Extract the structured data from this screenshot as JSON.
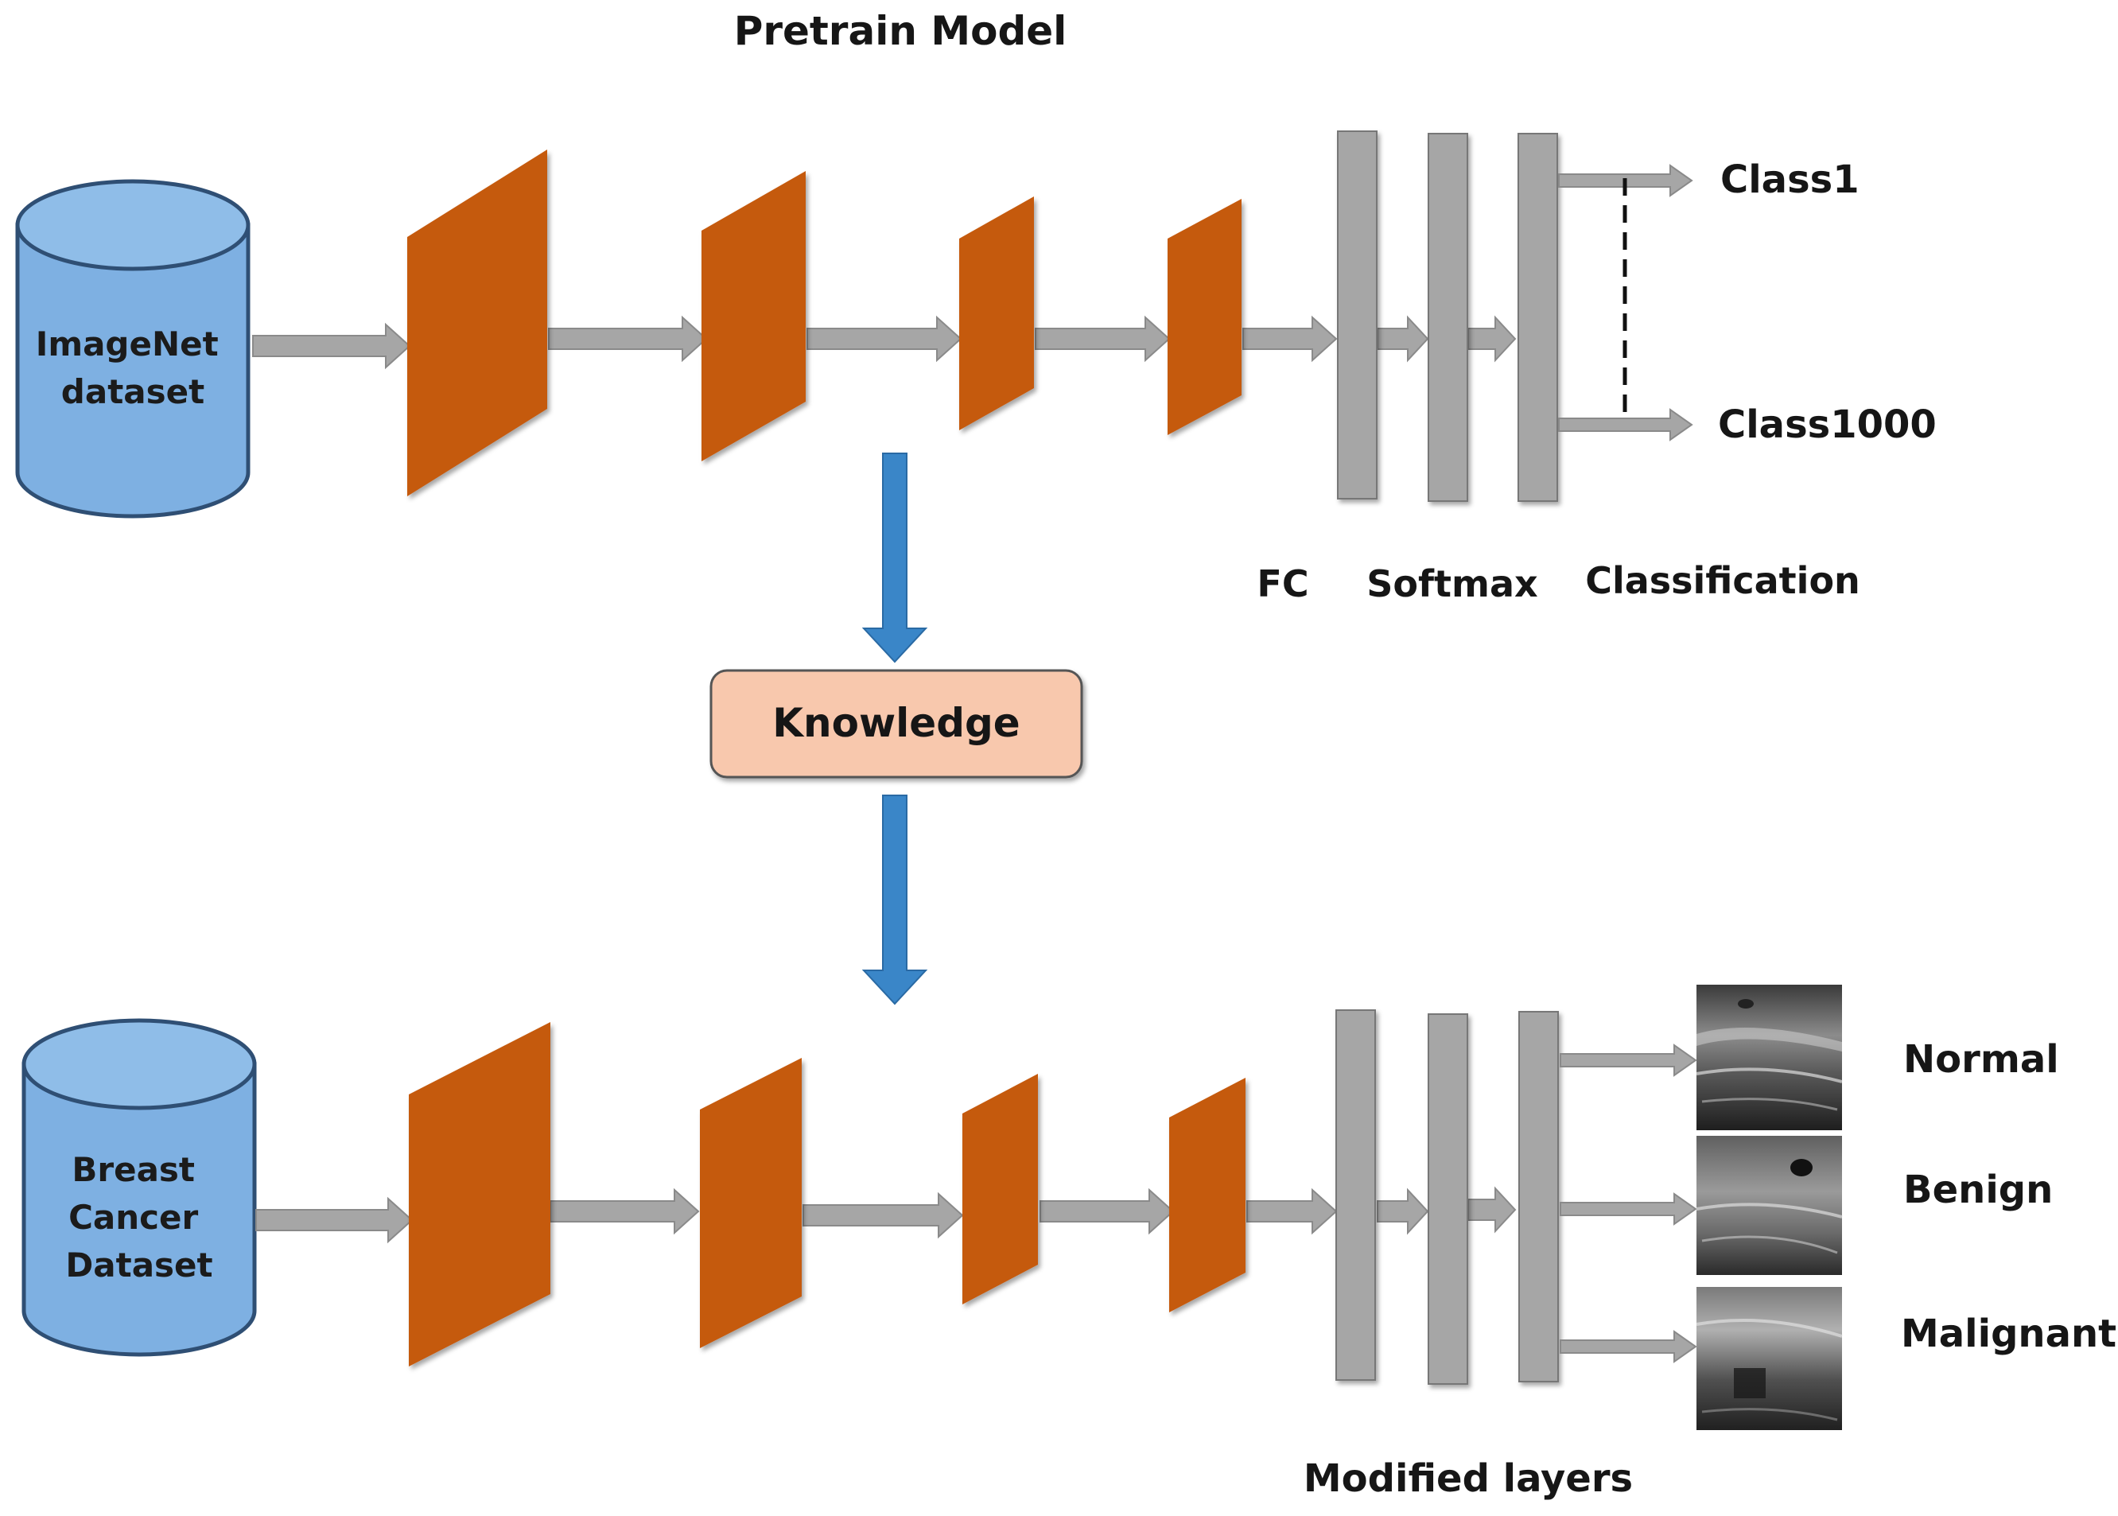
{
  "title": "Pretrain Model",
  "pretrain": {
    "dataset_lines": [
      "ImageNet",
      "dataset"
    ],
    "class_first": "Class1",
    "class_last": "Class1000",
    "layer_labels": {
      "fc": "FC",
      "softmax": "Softmax",
      "classification": "Classification"
    }
  },
  "knowledge": "Knowledge",
  "finetune": {
    "dataset_lines": [
      "Breast",
      "Cancer",
      "Dataset"
    ],
    "outputs": [
      "Normal",
      "Benign",
      "Malignant"
    ],
    "layers_label": "Modified layers"
  },
  "colors": {
    "cylinder_fill": "#7eb0e2",
    "cylinder_stroke": "#2f4f74",
    "feature_map": "#c55a11",
    "dense_layer": "#a6a6a6",
    "connector_arrow": "#a6a6a6",
    "knowledge_arrow": "#3a86c8",
    "knowledge_box_fill": "#f8c8ad",
    "knowledge_box_stroke": "#555555"
  },
  "icons": {
    "ultrasound_thumbnails": "ultrasound-image"
  }
}
